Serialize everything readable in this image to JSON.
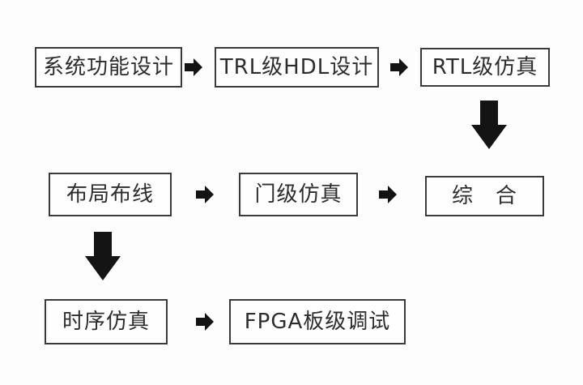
{
  "flowchart": {
    "background_color": "#fdfdfd",
    "box_fill_color": "#fefefe",
    "box_border_color": "#3b3b3b",
    "text_color": "#2d2d2d",
    "arrow_color": "#141414",
    "nodes": [
      {
        "id": "system-function-design",
        "label": "系统功能设计"
      },
      {
        "id": "trl-hdl-design",
        "label": "TRL级HDL设计"
      },
      {
        "id": "rtl-simulation",
        "label": "RTL级仿真"
      },
      {
        "id": "place-and-route",
        "label": "布局布线"
      },
      {
        "id": "gate-level-simulation",
        "label": "门级仿真"
      },
      {
        "id": "synthesis",
        "label": "综　合"
      },
      {
        "id": "timing-simulation",
        "label": "时序仿真"
      },
      {
        "id": "fpga-board-debug",
        "label": "FPGA板级调试"
      }
    ],
    "edges": [
      {
        "from": "系统功能设计",
        "to": "TRL级HDL设计",
        "direction": "right"
      },
      {
        "from": "TRL级HDL设计",
        "to": "RTL级仿真",
        "direction": "right"
      },
      {
        "from": "RTL级仿真",
        "to": "综　合",
        "direction": "down"
      },
      {
        "from": "布局布线",
        "to": "门级仿真",
        "direction": "right"
      },
      {
        "from": "门级仿真",
        "to": "综　合",
        "direction": "right"
      },
      {
        "from": "布局布线",
        "to": "时序仿真",
        "direction": "down"
      },
      {
        "from": "时序仿真",
        "to": "FPGA板级调试",
        "direction": "right"
      }
    ]
  }
}
